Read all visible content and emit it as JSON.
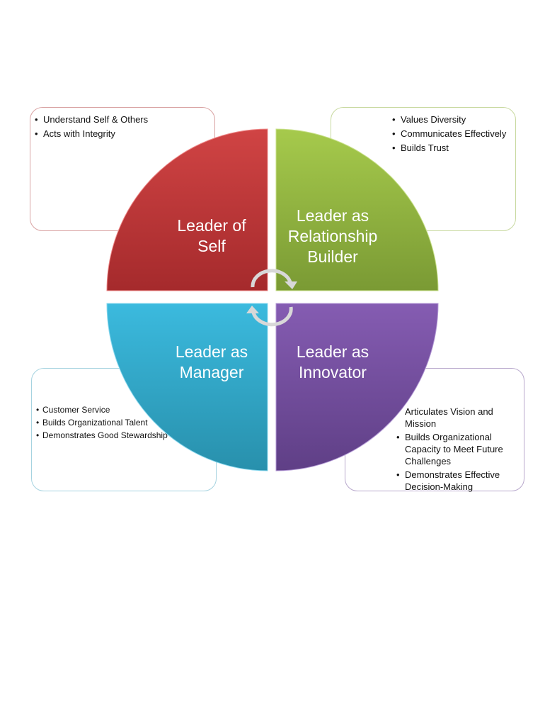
{
  "quadrants": {
    "top_left": {
      "title_line1": "Leader of",
      "title_line2": "Self",
      "color": "#c0383a",
      "items": [
        "Understand Self & Others",
        "Acts with Integrity"
      ]
    },
    "top_right": {
      "title_line1": "Leader as",
      "title_line2": "Relationship",
      "title_line3": "Builder",
      "color": "#8fb43e",
      "items": [
        "Values Diversity",
        "Communicates Effectively",
        "Builds Trust"
      ]
    },
    "bottom_left": {
      "title_line1": "Leader as",
      "title_line2": "Manager",
      "color": "#31aed0",
      "items": [
        "Customer Service",
        "Builds Organizational Talent",
        "Demonstrates Good Stewardship"
      ]
    },
    "bottom_right": {
      "title_line1": "Leader as",
      "title_line2": "Innovator",
      "color": "#7b57a6",
      "items": [
        "Articulates Vision and Mission",
        "Builds Organizational Capacity to Meet Future Challenges",
        "Demonstrates Effective Decision-Making"
      ]
    }
  }
}
